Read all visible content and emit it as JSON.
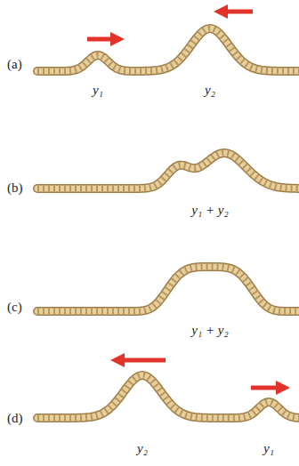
{
  "diagram": {
    "labels": [
      "(a)",
      "y₁",
      "y₂",
      "(b)",
      "y₁ + y₂",
      "(c)",
      "y₁ + y₂",
      "(d)",
      "y₂",
      "y₁"
    ]
  }
}
